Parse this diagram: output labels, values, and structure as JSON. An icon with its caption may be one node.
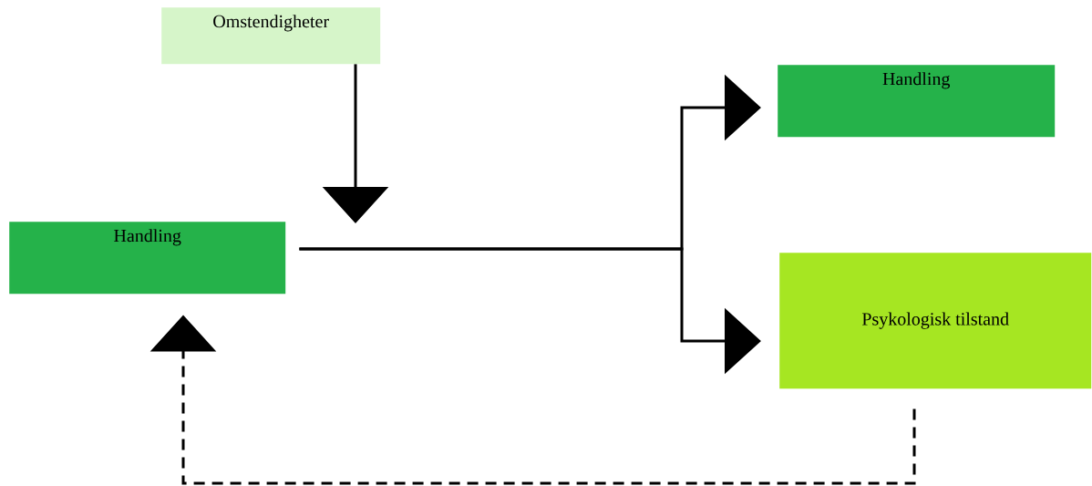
{
  "diagram": {
    "nodes": [
      {
        "text": [
          "Omstendigheter"
        ]
      },
      {
        "text": [
          "Handling"
        ]
      },
      {
        "text": [
          "Handling"
        ]
      },
      {
        "text": [
          "Psykologisk tilstand"
        ]
      }
    ],
    "edges": [
      {
        "from": 0,
        "to": null,
        "arrow": "to"
      },
      {
        "from": 1,
        "to": 2,
        "arrow": "to"
      },
      {
        "from": 1,
        "to": 3,
        "arrow": "to"
      },
      {
        "from": 3,
        "to": 1,
        "arrow": "to",
        "style": "dashed"
      }
    ]
  }
}
